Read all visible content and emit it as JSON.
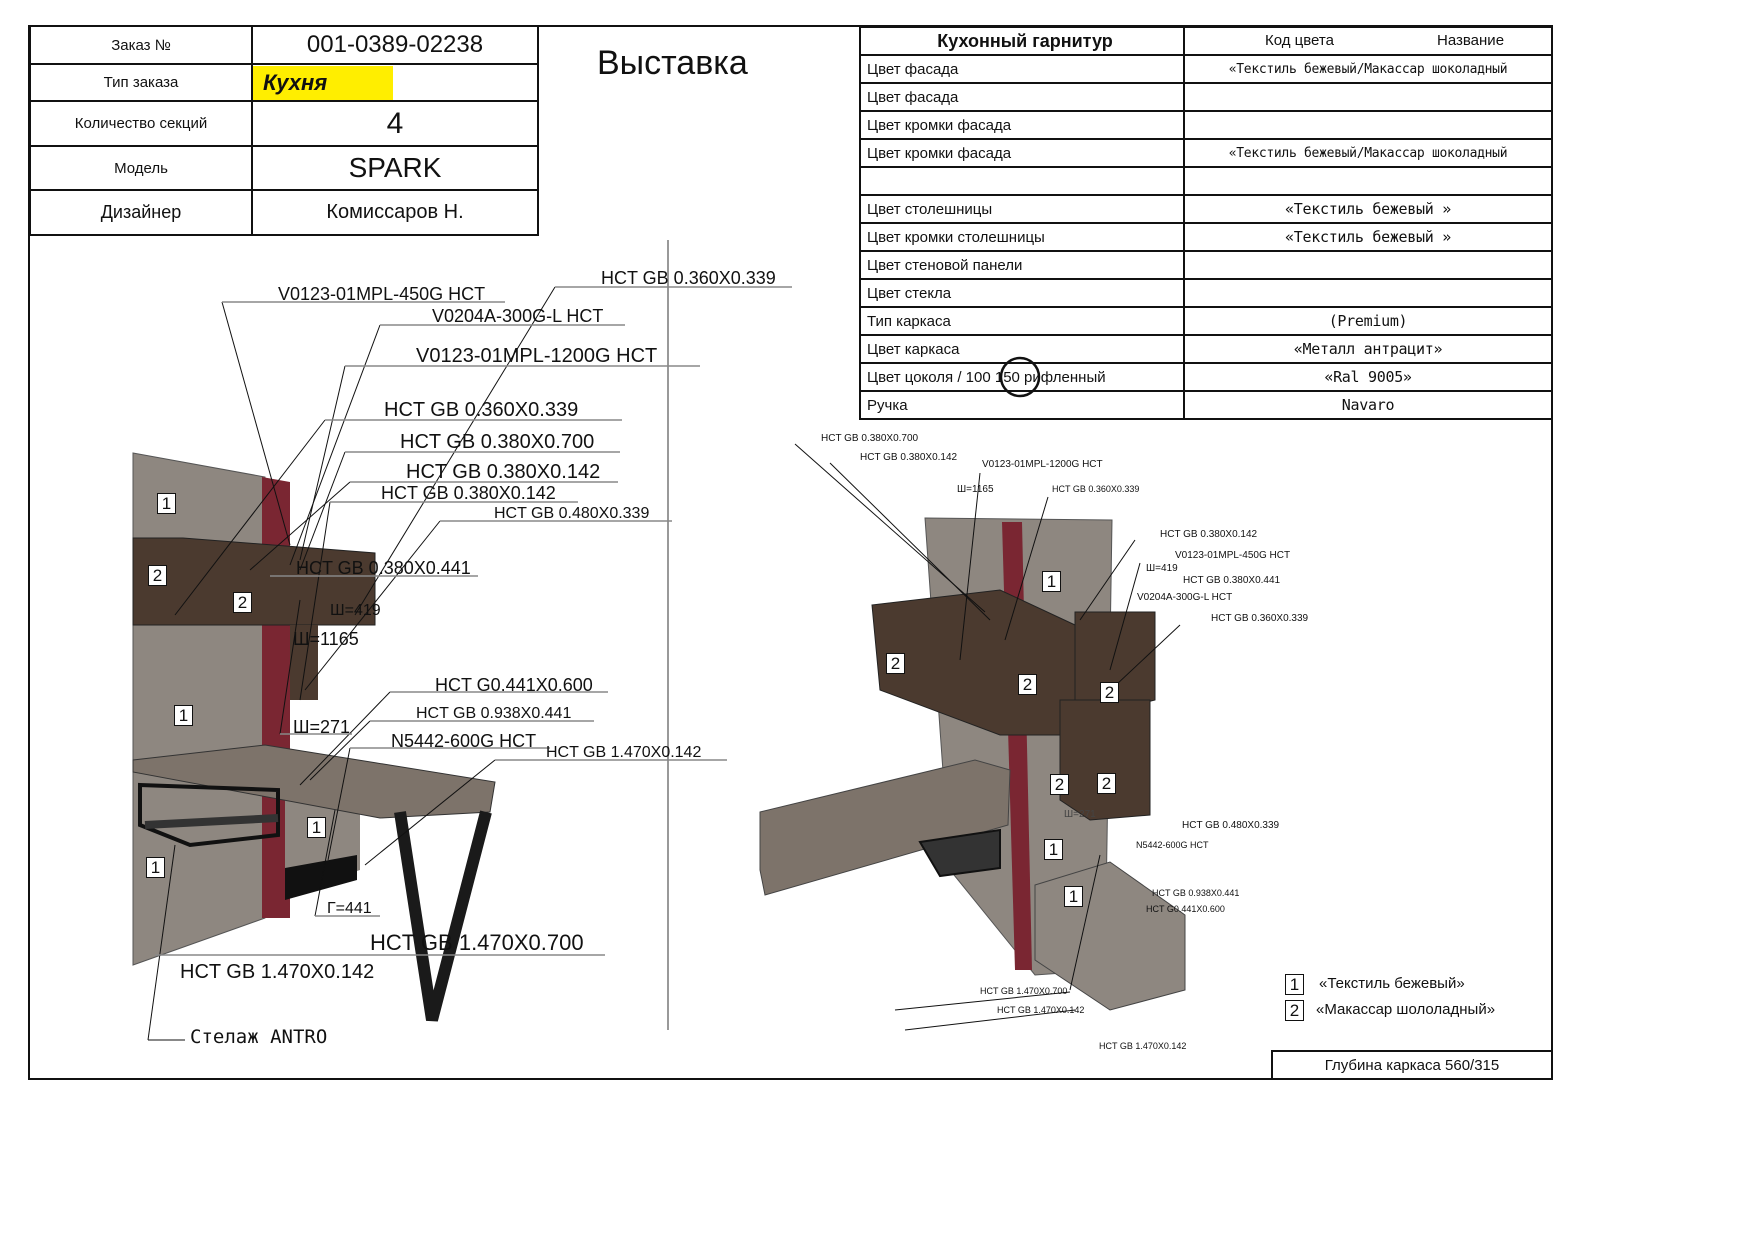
{
  "order_table": {
    "order_label": "Заказ №",
    "order_value": "001-0389-02238",
    "type_label": "Тип заказа",
    "type_value": "Кухня",
    "sections_label": "Количество секций",
    "sections_value": "4",
    "model_label": "Модель",
    "model_value": "SPARK",
    "designer_label": "Дизайнер",
    "designer_value": "Комиссаров Н."
  },
  "title": "Выставка",
  "spec_table": {
    "header": {
      "name": "Кухонный гарнитур",
      "code": "Код цвета",
      "title": "Название"
    },
    "rows": [
      {
        "label": "Цвет фасада",
        "value": "«Текстиль бежевый/Макассар шоколадный"
      },
      {
        "label": "Цвет фасада",
        "value": ""
      },
      {
        "label": "Цвет кромки фасада",
        "value": ""
      },
      {
        "label": "Цвет кромки фасада",
        "value": "«Текстиль бежевый/Макассар шоколадный"
      },
      {
        "label": "",
        "value": ""
      },
      {
        "label": "Цвет столешницы",
        "value": "«Текстиль бежевый »"
      },
      {
        "label": "Цвет кромки столешницы",
        "value": "«Текстиль бежевый »"
      },
      {
        "label": "Цвет стеновой панели",
        "value": ""
      },
      {
        "label": "Цвет стекла",
        "value": ""
      },
      {
        "label": "Тип каркаса",
        "value": "(Premium)"
      },
      {
        "label": "Цвет каркаса",
        "value": "«Металл антрацит»"
      },
      {
        "label": "Цвет цоколя / 100  150  рифленный",
        "value": "«Ral 9005»"
      },
      {
        "label": "Ручка",
        "value": "Navaro"
      }
    ]
  },
  "left_drawing": {
    "labels": [
      "V0123-01MPL-450G HCT",
      "V0204A-300G-L HCT",
      "V0123-01MPL-1200G HCT",
      "HCT GB 0.360X0.339",
      "HCT GB 0.360X0.339",
      "HCT GB 0.380X0.700",
      "HCT GB 0.380X0.142",
      "HCT GB 0.380X0.142",
      "HCT GB 0.480X0.339",
      "HCT GB 0.380X0.441",
      "Ш=1165",
      "Ш=419",
      "HCT G0.441X0.600",
      "HCT GB 0.938X0.441",
      "Ш=271",
      "N5442-600G HCT",
      "HCT GB 1.470X0.142",
      "Г=441",
      "HCT GB 1.470X0.142",
      "HCT GB 1.470X0.700",
      "Стелаж ANTRO"
    ],
    "badges": [
      "1",
      "2",
      "2",
      "1",
      "1",
      "1"
    ]
  },
  "right_drawing": {
    "labels": [
      "HCT GB 0.380X0.700",
      "HCT GB 0.380X0.142",
      "V0123-01MPL-1200G HCT",
      "Ш=1165",
      "HCT GB 0.360X0.339",
      "HCT GB 0.380X0.142",
      "V0123-01MPL-450G HCT",
      "Ш=419",
      "HCT GB 0.380X0.441",
      "V0204A-300G-L HCT",
      "HCT GB 0.360X0.339",
      "Ш=271",
      "HCT GB 0.480X0.339",
      "N5442-600G HCT",
      "HCT GB 0.938X0.441",
      "HCT G0.441X0.600",
      "HCT GB 1.470X0.700",
      "HCT GB 1.470X0.142",
      "HCT GB 1.470X0.142"
    ],
    "badges": [
      "1",
      "2",
      "2",
      "2",
      "2",
      "2",
      "1",
      "1"
    ]
  },
  "legend": [
    {
      "num": "1",
      "text": "«Текстиль бежевый»"
    },
    {
      "num": "2",
      "text": "«Макассар шололадный»"
    }
  ],
  "depth_note": "Глубина каркаса 560/315",
  "colors": {
    "beige": "#8e8780",
    "walnut": "#4b3a2f",
    "red": "#7a2632",
    "highlight": "#ffee00"
  }
}
